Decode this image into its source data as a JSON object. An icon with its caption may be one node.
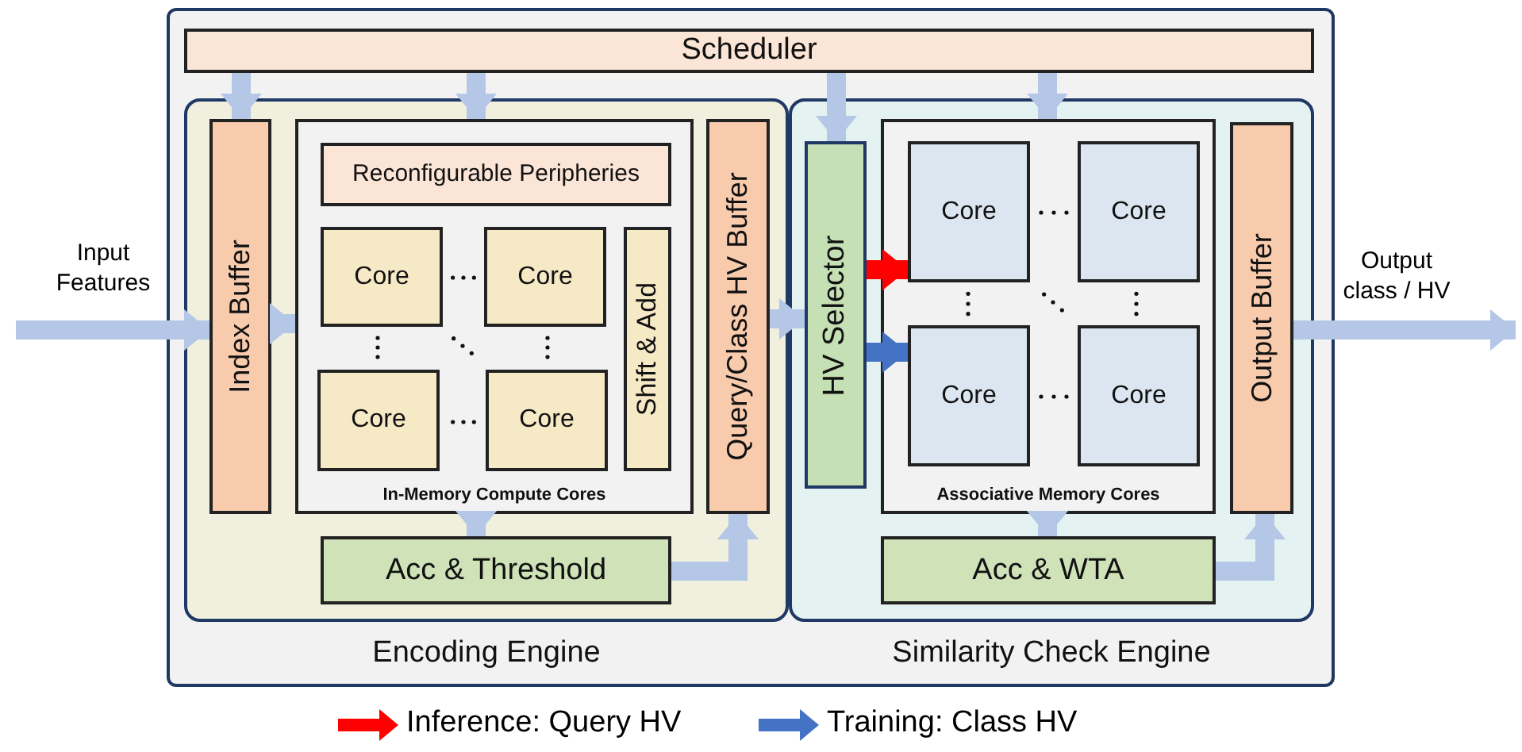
{
  "diagram": {
    "nodes": [
      {
        "text": [],
        "shape": "box"
      },
      {
        "text": [
          "Scheduler"
        ],
        "in": 0
      },
      {
        "text": [
          "Encoding Engine"
        ],
        "in": 0
      },
      {
        "text": [
          "Index Buffer"
        ],
        "in": 2
      },
      {
        "text": [
          "In-Memory Compute Cores"
        ],
        "in": 2
      },
      {
        "text": [
          "Reconfigurable Peripheries"
        ],
        "in": 4
      },
      {
        "text": [
          "Core"
        ],
        "in": 4
      },
      {
        "text": [
          "Core"
        ],
        "in": 4
      },
      {
        "text": [
          "Core"
        ],
        "in": 4
      },
      {
        "text": [
          "Core"
        ],
        "in": 4
      },
      {
        "text": [
          "Shift & Add"
        ],
        "in": 4
      },
      {
        "text": [
          "Query/Class HV Buffer"
        ],
        "in": 2
      },
      {
        "text": [
          "Acc & Threshold"
        ],
        "in": 2
      },
      {
        "text": [
          "Similarity Check Engine"
        ],
        "in": 0
      },
      {
        "text": [
          "HV Selector"
        ],
        "in": 13
      },
      {
        "text": [
          "Associative Memory Cores"
        ],
        "in": 13
      },
      {
        "text": [
          "Core"
        ],
        "in": 15
      },
      {
        "text": [
          "Core"
        ],
        "in": 15
      },
      {
        "text": [
          "Core"
        ],
        "in": 15
      },
      {
        "text": [
          "Core"
        ],
        "in": 15
      },
      {
        "text": [
          "Output Buffer"
        ],
        "in": 13
      },
      {
        "text": [
          "Acc & WTA"
        ],
        "in": 13
      }
    ],
    "edges": [
      {
        "from": null,
        "to": 3,
        "arrow": "to"
      },
      {
        "from": 1,
        "to": 3,
        "arrow": "to"
      },
      {
        "from": 1,
        "to": 4,
        "arrow": "to"
      },
      {
        "from": 1,
        "to": 14,
        "arrow": "to"
      },
      {
        "from": 1,
        "to": 15,
        "arrow": "to"
      },
      {
        "from": 3,
        "to": 4,
        "arrow": "to"
      },
      {
        "from": 4,
        "to": 12,
        "arrow": "to"
      },
      {
        "from": 12,
        "to": 11,
        "arrow": "to"
      },
      {
        "from": 11,
        "to": 14,
        "arrow": "to"
      },
      {
        "from": 14,
        "to": 16,
        "arrow": "to",
        "color": "#ff0000"
      },
      {
        "from": 14,
        "to": 18,
        "arrow": "to",
        "color": "#4472c4"
      },
      {
        "from": 15,
        "to": 21,
        "arrow": "to"
      },
      {
        "from": 21,
        "to": 20,
        "arrow": "to"
      },
      {
        "from": 20,
        "to": null,
        "arrow": "to"
      }
    ],
    "labels": [
      "Input Features",
      "Output class / HV"
    ],
    "legend": [
      {
        "text": "Inference: Query HV"
      },
      {
        "text": "Training: Class HV"
      }
    ]
  }
}
